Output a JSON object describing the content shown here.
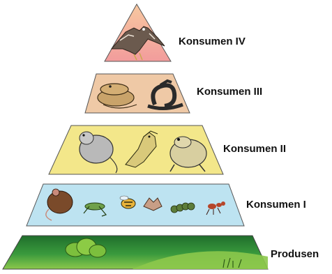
{
  "diagram": {
    "levels": [
      {
        "label": "Konsumen IV",
        "color": "#f4a7a0",
        "color2": "#f7c2a0",
        "icon": "eagle-icon"
      },
      {
        "label": "Konsumen III",
        "color": "#efc9a6",
        "icon": "snake-icon"
      },
      {
        "label": "Konsumen II",
        "color": "#f3e78a",
        "icon": "rat-bird-toad-icon"
      },
      {
        "label": "Konsumen I",
        "color": "#bde3f1",
        "icon": "herbivores-icon"
      },
      {
        "label": "Produsen",
        "color": "#2f8a3a",
        "color2": "#8dc63f",
        "icon": "plants-icon"
      }
    ]
  }
}
